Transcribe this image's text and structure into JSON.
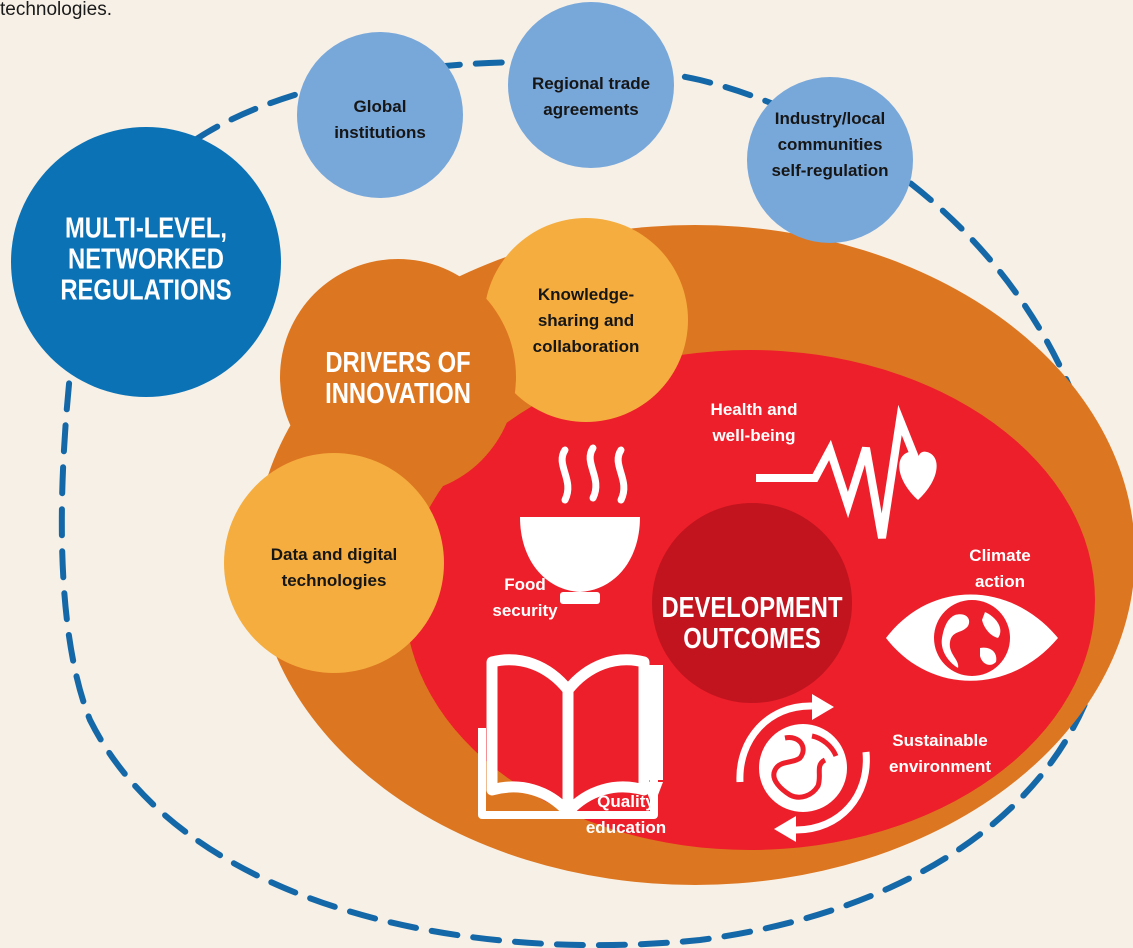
{
  "intro_text_fragment": "technologies.",
  "regulation": {
    "title": "MULTI-LEVEL,\nNETWORKED\nREGULATIONS",
    "levels": [
      "Global\ninstitutions",
      "Regional trade\nagreements",
      "Industry/local\ncommunities\nself-regulation"
    ]
  },
  "drivers": {
    "title": "DRIVERS OF\nINNOVATION",
    "items": [
      "Knowledge-\nsharing and\ncollaboration",
      "Data and digital\ntechnologies"
    ]
  },
  "development": {
    "title": "DEVELOPMENT\nOUTCOMES",
    "outcomes": [
      {
        "label": "Health and\nwell-being",
        "icon": "heartbeat-icon"
      },
      {
        "label": "Food\nsecurity",
        "icon": "bowl-icon"
      },
      {
        "label": "Climate\naction",
        "icon": "eye-globe-icon"
      },
      {
        "label": "Quality\neducation",
        "icon": "book-pencil-icon"
      },
      {
        "label": "Sustainable\nenvironment",
        "icon": "recycling-globe-icon"
      }
    ]
  },
  "colors": {
    "background": "#f6f0e6",
    "regulation_blue": "#0c72b6",
    "level_blue": "#78a7da",
    "dash_blue": "#1468a8",
    "drivers_orange": "#dd7620",
    "driver_item_orange": "#f5ad3f",
    "outcomes_red": "#ed1f2a",
    "center_red": "#c2141f"
  }
}
